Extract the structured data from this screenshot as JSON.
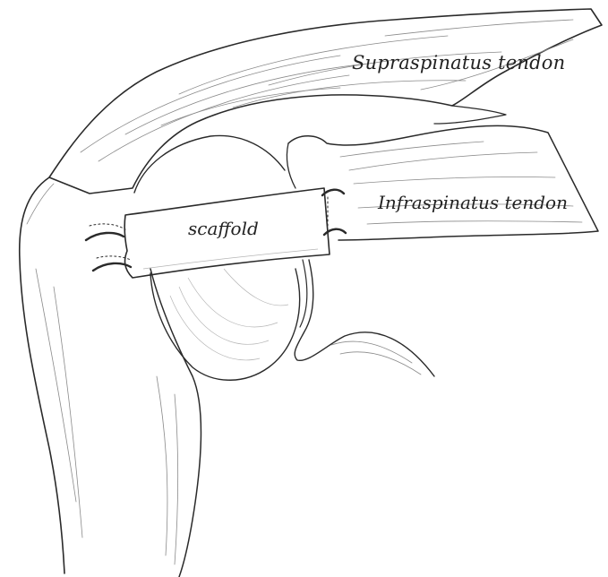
{
  "labels": {
    "supraspinatus": "Supraspinatus tendon",
    "infraspinatus": "Infraspinatus tendon",
    "scaffold": "scaffold"
  }
}
